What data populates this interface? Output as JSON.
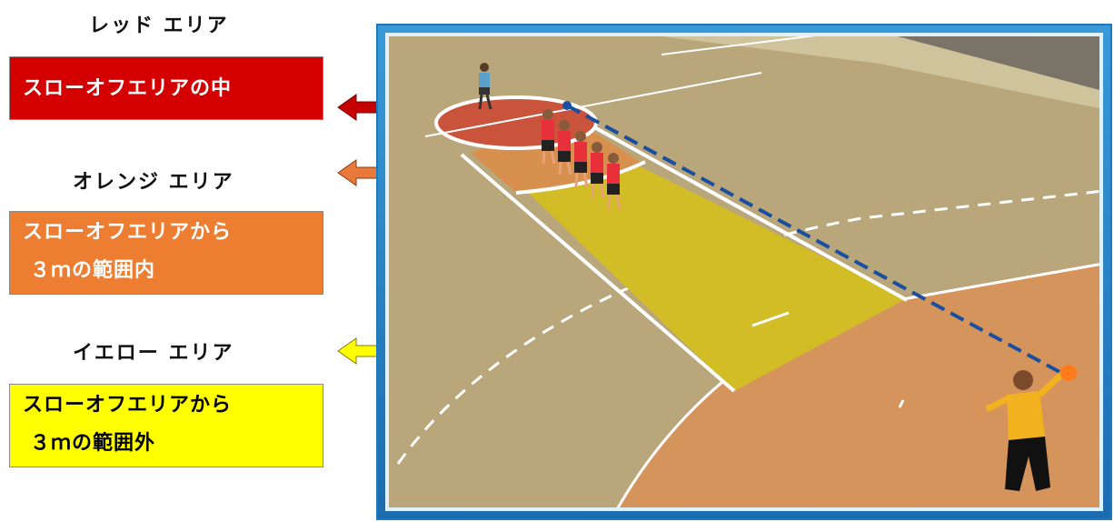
{
  "legend": {
    "red": {
      "heading": "レッド エリア",
      "lines": [
        "スローオフエリアの中"
      ],
      "fill": "#d40000",
      "text_color": "#ffffff",
      "arrow_color": "#c40000"
    },
    "orange": {
      "heading": "オレンジ エリア",
      "lines": [
        "スローオフエリアから",
        "３ｍの範囲内"
      ],
      "fill": "#ed7d31",
      "text_color": "#ffffff",
      "arrow_color": "#e9793a"
    },
    "yellow": {
      "heading": "イエロー エリア",
      "lines": [
        "スローオフエリアから",
        "３ｍの範囲外"
      ],
      "fill": "#ffff00",
      "text_color": "#000000",
      "arrow_color": "#ffff00"
    }
  },
  "court": {
    "frame_color": "#2a86cc",
    "floor_color": "#b9a67a",
    "goal_area_color": "#d6945d",
    "zone_colors": {
      "red": "#c9533b",
      "orange": "#d8904f",
      "yellow": "#d3bd27"
    },
    "defense_line_color": "#1a4fa0",
    "player_shirt_colors": [
      "#e8303a",
      "#f2b11e",
      "#5aa0c8"
    ]
  }
}
